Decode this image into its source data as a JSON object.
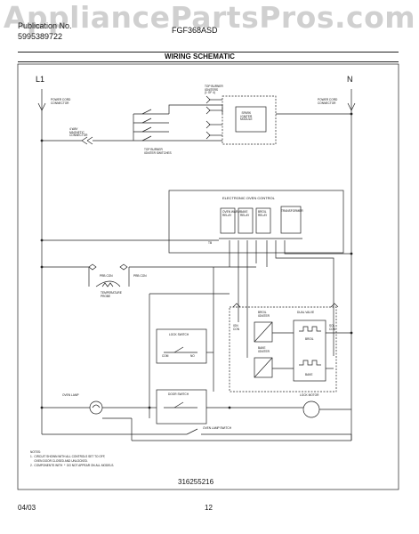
{
  "watermark": "AppliancePartsPros.com",
  "header": {
    "publication_label": "Publication No.",
    "publication_number": "5995389722",
    "model": "FGF368ASD",
    "title": "WIRING SCHEMATIC"
  },
  "lines": {
    "l1": "L1",
    "n": "N"
  },
  "labels": {
    "power_cord_left": "POWER CORD\nCONNECTOR",
    "power_cord_right": "POWER CORD\nCONNECTOR",
    "mag_connector": "4 WAY\nMAGNETIC\nCONNECTOR",
    "top_burner_ign": "TOP BURNER\nIGNITERS\n(1 OF 4)",
    "spark_module": "SPARK\nIGNITER\nMODULE",
    "top_burner_switches": "TOP BURNER\nIGNITER SWITCHES",
    "eoc": "ELECTRONIC OVEN CONTROL",
    "relay1": "OVEN WARM\nRELAY",
    "relay2": "BAKE\nRELAY",
    "relay3": "BROIL\nRELAY",
    "transformer": "TRANSFORMER",
    "prb_con_left": "PRB CON",
    "prb_con_right": "PRB CON",
    "temp_probe": "TEMPERATURE\nPROBE",
    "lock_switch": "LOCK SWITCH",
    "com": "COM",
    "nc": "NO",
    "door_switch": "DOOR SWITCH",
    "broil_igniter": "BROIL\nIGNITER",
    "bake_igniter": "BAKE\nIGNITER",
    "dual_valve": "DUAL VALVE",
    "broil_v": "BROIL",
    "bake_v": "BAKE",
    "ign_con": "IGN\nCON",
    "sol_con": "SOL\nCON",
    "lock_motor": "LOCK MOTOR",
    "oven_lamp": "OVEN LAMP",
    "oven_lamp_switch": "OVEN LAMP SWITCH",
    "terminal_row": "TB"
  },
  "notes": {
    "title": "NOTES:",
    "n1": "1.  CIRCUIT SHOWN WITH ALL CONTROLS SET TO OFF,",
    "n1b": "     OVEN DOOR CLOSED AND UNLOCKED.",
    "n2": "2.  COMPONENTS WITH  *  DO NOT APPEAR ON ALL MODELS."
  },
  "footer": {
    "part_number": "316255216",
    "date": "04/03",
    "page": "12"
  }
}
